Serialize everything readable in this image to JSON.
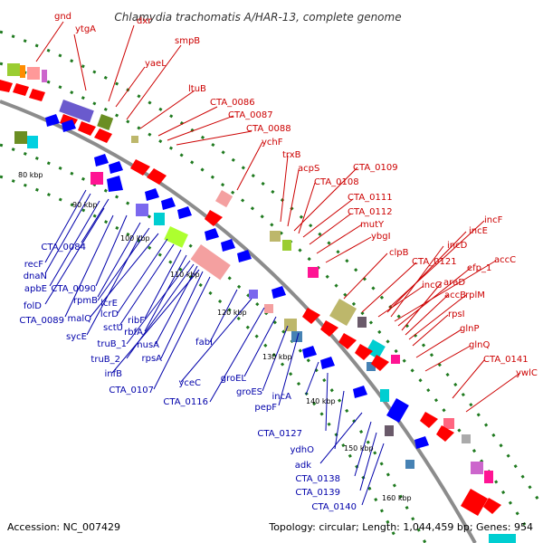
{
  "header": {
    "title": "Chlamydia trachomatis A/HAR-13, complete genome"
  },
  "footer": {
    "accession": "Accession: NC_007429",
    "summary": "Topology: circular; Length: 1,044,459 bp; Genes: 954"
  },
  "colors": {
    "forward_label": "#cc0000",
    "reverse_label": "#0000aa",
    "backbone": "#8c8c8c",
    "dotted_track": "#1f7a1f",
    "forward_arrow": "#ff0000",
    "reverse_arrow": "#0000ff"
  },
  "scale_ticks": [
    "80 kbp",
    "90 kbp",
    "100 kbp",
    "110 kbp",
    "120 kbp",
    "130 kbp",
    "140 kbp",
    "150 kbp",
    "160 kbp"
  ],
  "forward_genes": [
    "gnd",
    "ytgA",
    "dxr",
    "yaeL",
    "smpB",
    "ltuB",
    "CTA_0086",
    "CTA_0087",
    "CTA_0088",
    "ychF",
    "trxB",
    "acpS",
    "CTA_0109",
    "CTA_0108",
    "CTA_0111",
    "CTA_0112",
    "mutY",
    "ybgI",
    "clpB",
    "CTA_0121",
    "incF",
    "incE",
    "incD",
    "accC",
    "efp_1",
    "araD",
    "incG",
    "accB",
    "rplM",
    "rpsI",
    "glnP",
    "glnQ",
    "CTA_0141",
    "ywlC"
  ],
  "reverse_genes": [
    "CTA_0084",
    "recF",
    "dnaN",
    "apbE",
    "CTA_0090",
    "rpmB",
    "folD",
    "lcrE",
    "CTA_0089",
    "malQ",
    "lcrD",
    "sctU",
    "sycE",
    "ribF",
    "rbfA",
    "truB_1",
    "nusA",
    "truB_2",
    "rpsA",
    "infB",
    "CTA_0107",
    "fabI",
    "yceC",
    "CTA_0116",
    "groEL",
    "groES",
    "pepF",
    "incA",
    "CTA_0127",
    "ydhO",
    "adk",
    "CTA_0138",
    "CTA_0139",
    "CTA_0140"
  ]
}
